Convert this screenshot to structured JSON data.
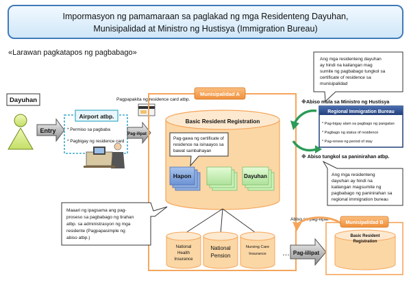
{
  "header": {
    "line1": "Impormasyon ng pamamaraan sa paglakad ng mga Residenteng Dayuhan,",
    "line2": "Munisipalidad at Ministro ng Hustisya (Immigration Bureau)"
  },
  "subtitle": "«Larawan pagkatapos ng pagbabago»",
  "dayuhan_label": "Dayuhan",
  "entry_label": "Entry",
  "airport": {
    "title": "Airport atbp.",
    "bullet1": "Permiso sa pagbaba",
    "bullet2": "Pagbigay ng residence card"
  },
  "pag_ilipat_small": "Pag-ilipat",
  "residence_card_note": "Pagpapakita ng residence card atbp.",
  "munisipalidad_a": "Munisipalidad A",
  "basic_registration": "Basic Resident Registration",
  "cert_callout": {
    "line1": "Pag-gawa ng certificate of",
    "line2": "residence na isinaayos sa",
    "line3": "bawat sambahayan"
  },
  "card_hapon": "Hapon",
  "card_dayuhan": "Dayuhan",
  "top_right_callout": {
    "line1": "Ang mga residenteng dayuhan",
    "line2": "ay hindi na kailangan mag",
    "line3": "sumite ng pagbabago tungkol sa",
    "line4": "certificate of residence sa",
    "line5": "munisipalidad"
  },
  "abiso_ministro": "※Abiso mula sa Ministro ng Hustisya",
  "regional_bureau": {
    "title": "Regional Immigration Bureau",
    "b1": "Pag-bigay alam sa pagbago ng pangalan",
    "b2": "Pagbago ng status of residence",
    "b3": "Pag-renew ng period of stay"
  },
  "abiso_paninirahan": "※ Abiso tungkol sa paninirahan atbp.",
  "middle_right_callout": {
    "line1": "Ang mga residenteng",
    "line2": "dayuhan ay hindi na",
    "line3": "kailangan magsumite ng",
    "line4": "pagbabago ng paninirahan sa",
    "line5": "regional immigration bureau"
  },
  "left_callout": {
    "line1": "Maaari ng ipagsama ang pag-",
    "line2": "proseso sa pagbabago ng tirahan",
    "line3": "atbp. sa administrasyon ng mga",
    "line4": "residente (Pagpapasimple ng",
    "line5": "abiso atbp.)"
  },
  "services": {
    "nhi1": "National",
    "nhi2": "Health",
    "nhi3": "Insurance",
    "pension1": "National",
    "pension2": "Pension",
    "nursing1": "Nursing Care",
    "nursing2": "Insurance"
  },
  "ellipsis": "…",
  "pag_iilipat": "Pag-iilipat",
  "abiso_pag_ilipat": "Abiso sa pag-ilipat",
  "munisipalidad_b": "Munisipalidad B",
  "basic_registration_b1": "Basic Resident",
  "basic_registration_b2": "Registration",
  "colors": {
    "header_bg": "#dbeefb",
    "header_border": "#3f79b8",
    "orange": "#f5a55a",
    "cylinder": "#fbd7a6",
    "card_blue": "#8faee0",
    "card_green": "#c9f0b7",
    "arrow_green": "#2b9b57",
    "bureau_title": "#1f3f78"
  }
}
